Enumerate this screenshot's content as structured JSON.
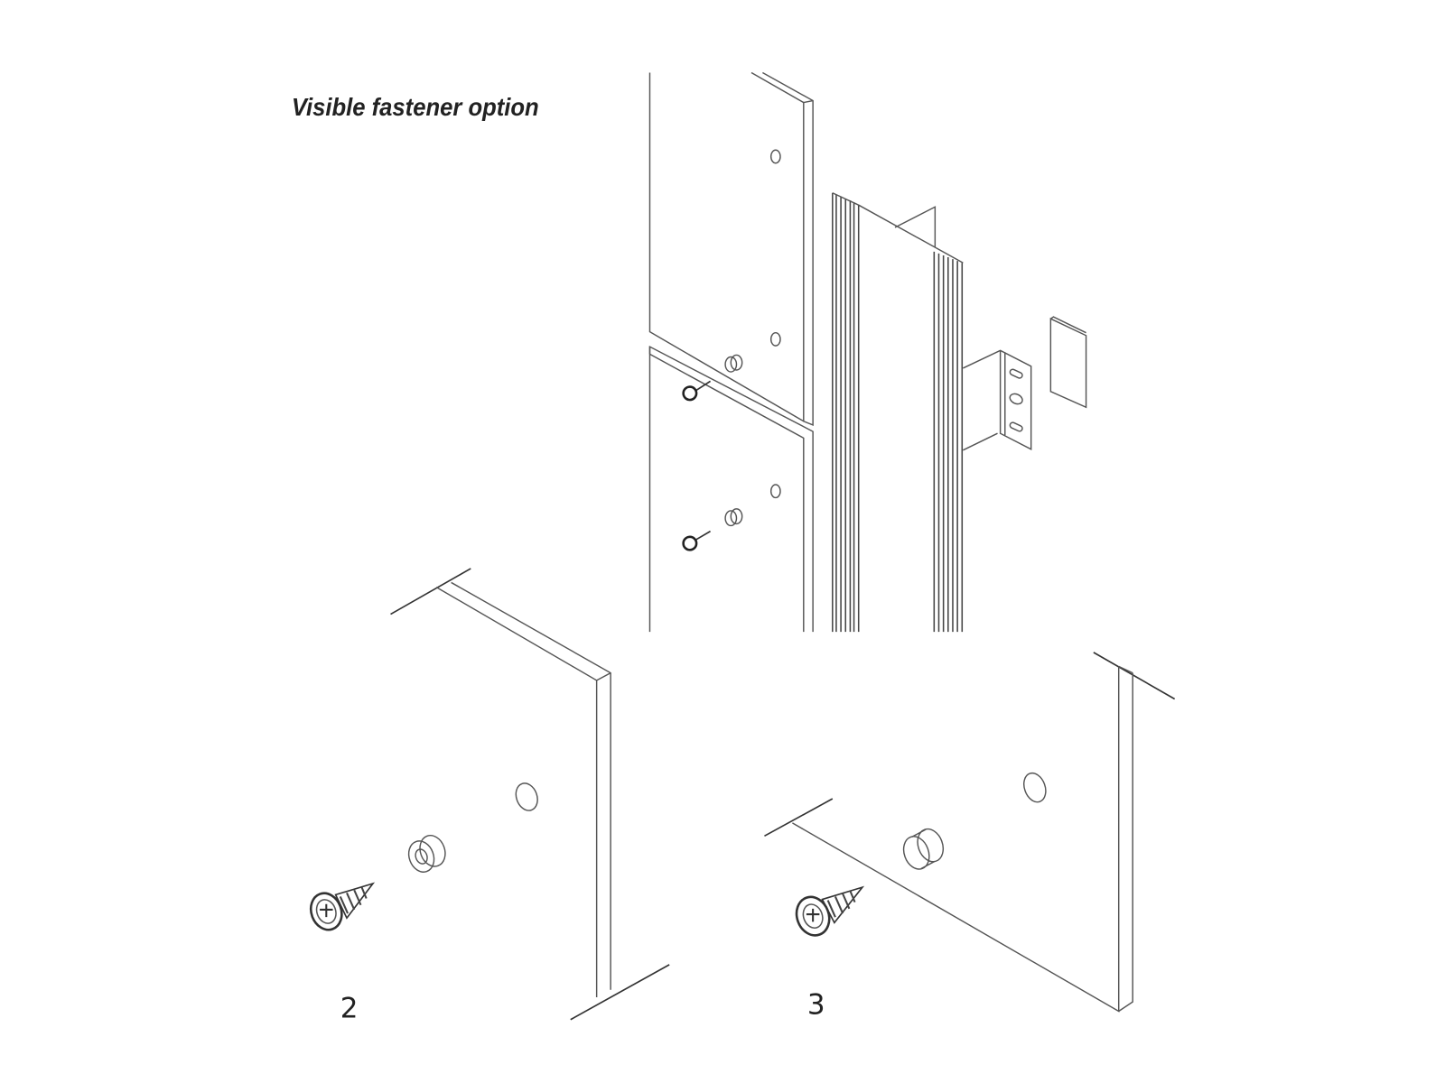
{
  "title": "Visible fastener option",
  "details": [
    {
      "label": "2"
    },
    {
      "label": "3"
    }
  ],
  "colors": {
    "line": "#555555",
    "text": "#222222",
    "background": "#ffffff"
  }
}
